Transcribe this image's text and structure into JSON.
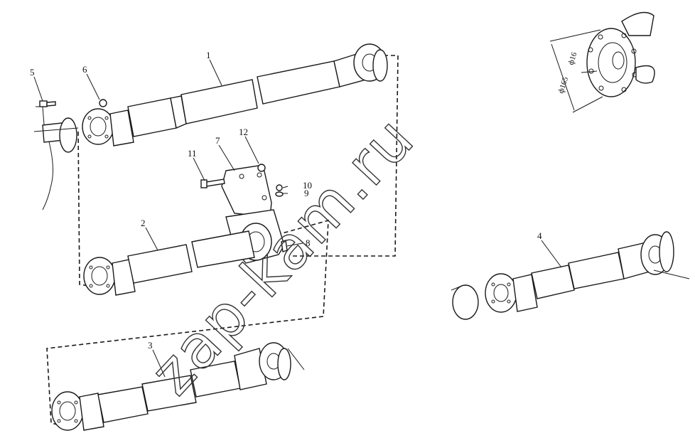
{
  "watermark": "zap-kam.ru",
  "callouts": [
    {
      "id": "1",
      "text": "1"
    },
    {
      "id": "2",
      "text": "2"
    },
    {
      "id": "3",
      "text": "3"
    },
    {
      "id": "4",
      "text": "4"
    },
    {
      "id": "5",
      "text": "5"
    },
    {
      "id": "6",
      "text": "6"
    },
    {
      "id": "7",
      "text": "7"
    },
    {
      "id": "8",
      "text": "8"
    },
    {
      "id": "9",
      "text": "9"
    },
    {
      "id": "10",
      "text": "10"
    },
    {
      "id": "11",
      "text": "11"
    },
    {
      "id": "12",
      "text": "12"
    }
  ],
  "dimensions": {
    "outer_diameter": "ф165",
    "bolt_hole": "ф16"
  }
}
